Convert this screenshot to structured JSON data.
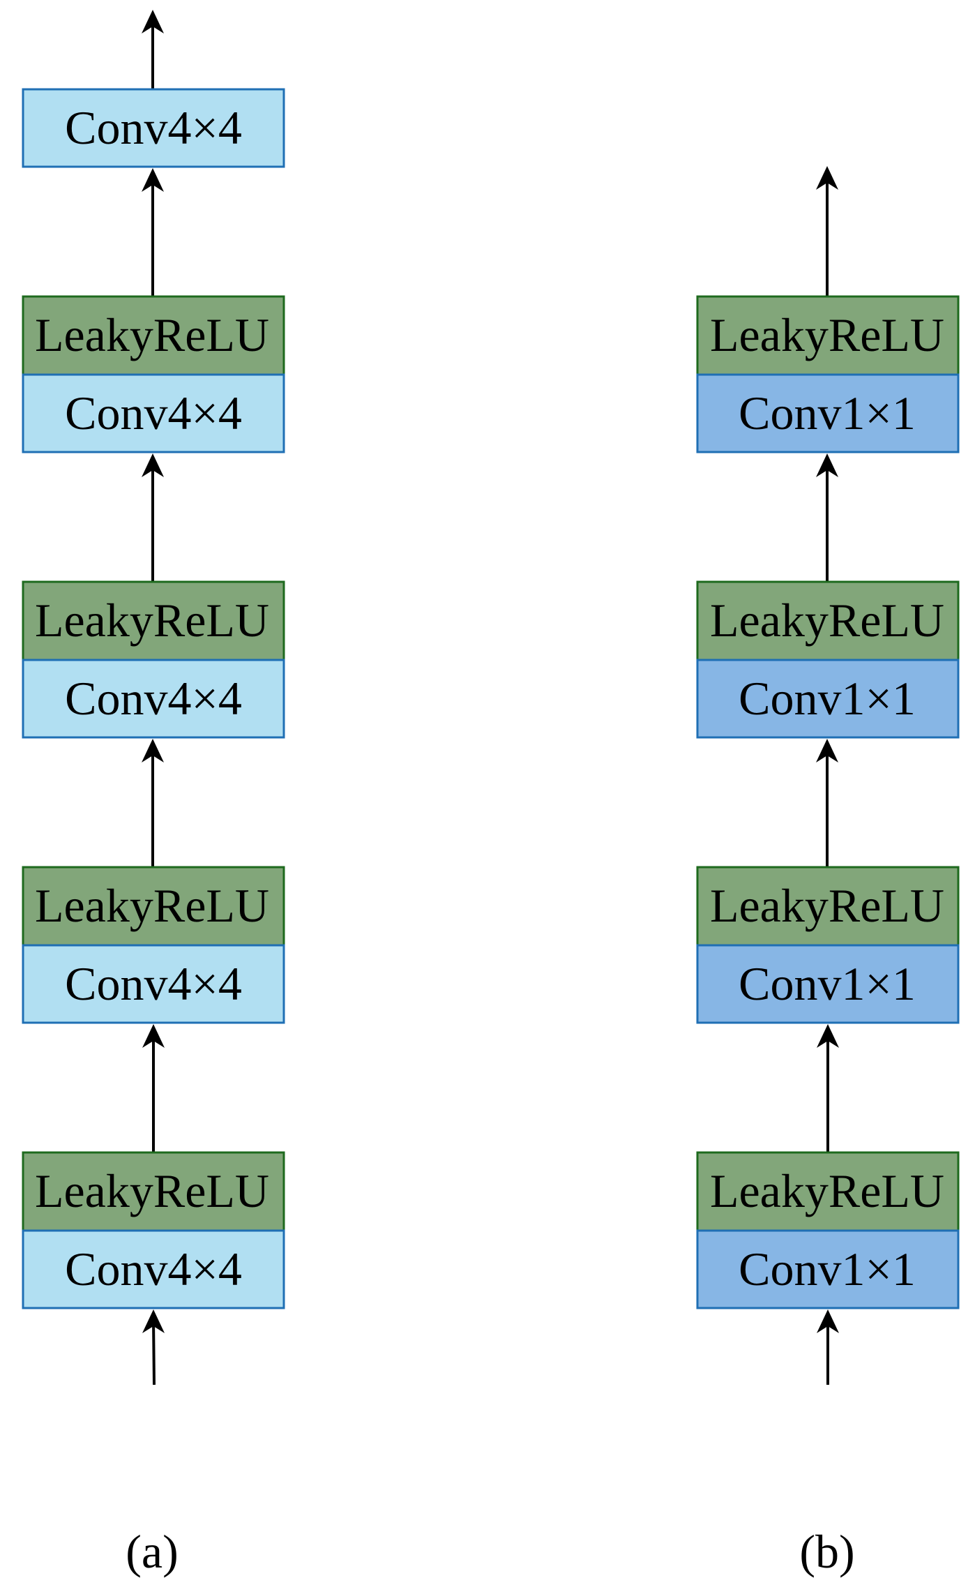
{
  "colors": {
    "leaky_fill": "#82a67a",
    "leaky_border": "#1e6a1e",
    "conv4_fill": "#b1dff2",
    "conv1_fill": "#87b6e5",
    "conv_border": "#1f6fb4",
    "arrow": "#000000"
  },
  "diagram_a": {
    "caption": "(a)",
    "top_block": "Conv4×4",
    "blocks": [
      {
        "activation": "LeakyReLU",
        "conv": "Conv4×4"
      },
      {
        "activation": "LeakyReLU",
        "conv": "Conv4×4"
      },
      {
        "activation": "LeakyReLU",
        "conv": "Conv4×4"
      },
      {
        "activation": "LeakyReLU",
        "conv": "Conv4×4"
      }
    ]
  },
  "diagram_b": {
    "caption": "(b)",
    "blocks": [
      {
        "activation": "LeakyReLU",
        "conv": "Conv1×1"
      },
      {
        "activation": "LeakyReLU",
        "conv": "Conv1×1"
      },
      {
        "activation": "LeakyReLU",
        "conv": "Conv1×1"
      },
      {
        "activation": "LeakyReLU",
        "conv": "Conv1×1"
      }
    ]
  }
}
